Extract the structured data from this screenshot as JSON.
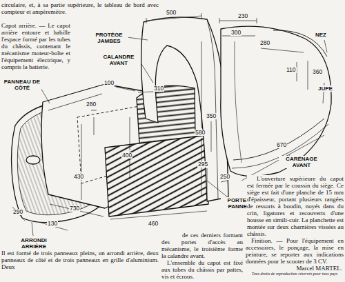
{
  "diagram": {
    "labels": [
      "circulaire, et, à sa partie supérieure, le tableau de bord avec compteur et ampèremètre.",
      "Capot arrière. — Le capot arrière entoure et habille l'espace formé par les tubes du châssis, contenant le mécanisme moteur-boîte et l'équipement électrique, y compris la batterie.",
      "PROTÈGE JAMBES",
      "CALANDRE AVANT",
      "500",
      "230",
      "300",
      "280",
      "NEZ",
      "110",
      "360",
      "JUPE",
      "100",
      "310",
      "PANNEAU DE CÔTÉ",
      "280",
      "580",
      "350",
      "670",
      "400",
      "430",
      "CARÉNAGE AVANT",
      "295",
      "250",
      "PORTE DE PANNEAU",
      "730",
      "290",
      "130",
      "460",
      "ARRONDI ARRIÈRE",
      "Il est formé de trois panneaux pleins, un arrondi arrière, deux panneaux de côté et de trois panneaux en grille d'aluminium. Deux",
      "de ces derniers formant des portes d'accès au mécanisme, le troisième forme la calandre avant.",
      "L'ensemble du capot est fixé aux tubes du châssis par pattes, vis et écrous.",
      "L'ouverture supérieure du capot est fermée par le coussin du siège. Ce siège est fait d'une planche de 15 mm d'épaisseur, portant plusieurs rangées de ressorts à boudin, noyés dans du crin, ligatures et recouverts d'une housse en simili-cuir. La planchette est montée sur deux charnières vissées au châssis.",
      "Finition. — Pour l'équipement en accessoires, le ponçage, la mise en peinture, se reporter aux indications données pour le scooter de 3 CV.",
      "Marcel MARTEL.",
      "Tous droits de reproduction réservés pour tous pays"
    ]
  }
}
